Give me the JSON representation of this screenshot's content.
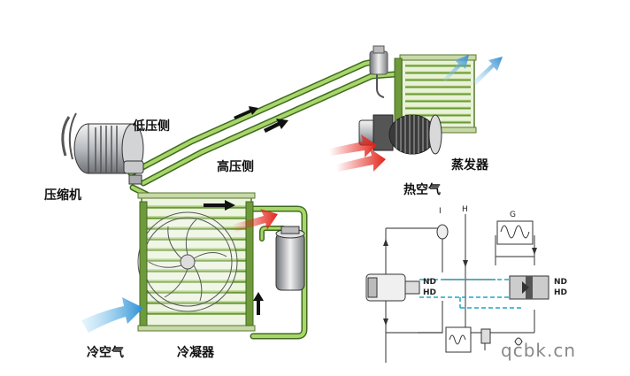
{
  "labels": {
    "low_side": "低压侧",
    "high_side": "高压侧",
    "compressor": "压缩机",
    "evaporator": "蒸发器",
    "hot_air": "热空气",
    "cold_air": "冷空气",
    "condenser": "冷凝器"
  },
  "schematic": {
    "label_i": "I",
    "label_h": "H",
    "label_g": "G",
    "nd_left": "ND",
    "hd_left": "HD",
    "nd_right": "ND",
    "hd_right": "HD"
  },
  "watermark": "qcbk.cn",
  "colors": {
    "pipe_green": "#8bbf4e",
    "pipe_dark": "#3f6b1e",
    "hot_red": "#e3251c",
    "cool_blue": "#2b8fd6",
    "dashed_cyan": "#1ea6c8"
  }
}
